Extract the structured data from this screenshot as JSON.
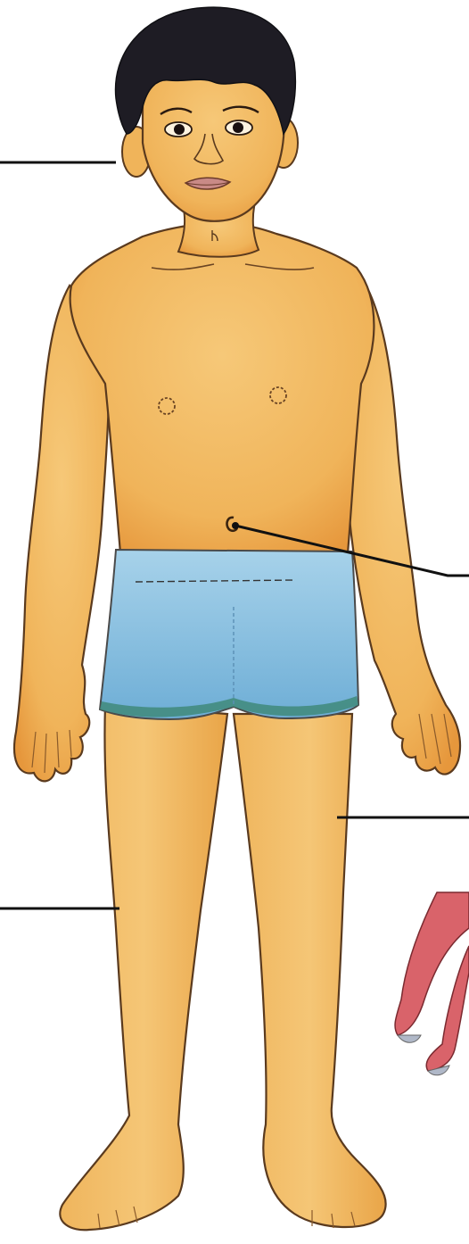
{
  "figure": {
    "subject": "boy-body-diagram",
    "colors": {
      "background": "#ffffff",
      "skin": "#f2b860",
      "skin_shade": "#e79a3f",
      "outline": "#5a3a1e",
      "hair": "#1e1c24",
      "shorts": "#8ec4e3",
      "shorts_shade": "#5f9fc8",
      "shorts_hem": "#3f8a7a",
      "lips": "#c98a86",
      "leader_line": "#111111",
      "specimen": "#d9636a"
    },
    "labels": [
      {
        "id": "head",
        "text": ""
      },
      {
        "id": "navel",
        "text": ""
      },
      {
        "id": "leg-right",
        "text": ""
      },
      {
        "id": "leg-left",
        "text": ""
      }
    ]
  }
}
